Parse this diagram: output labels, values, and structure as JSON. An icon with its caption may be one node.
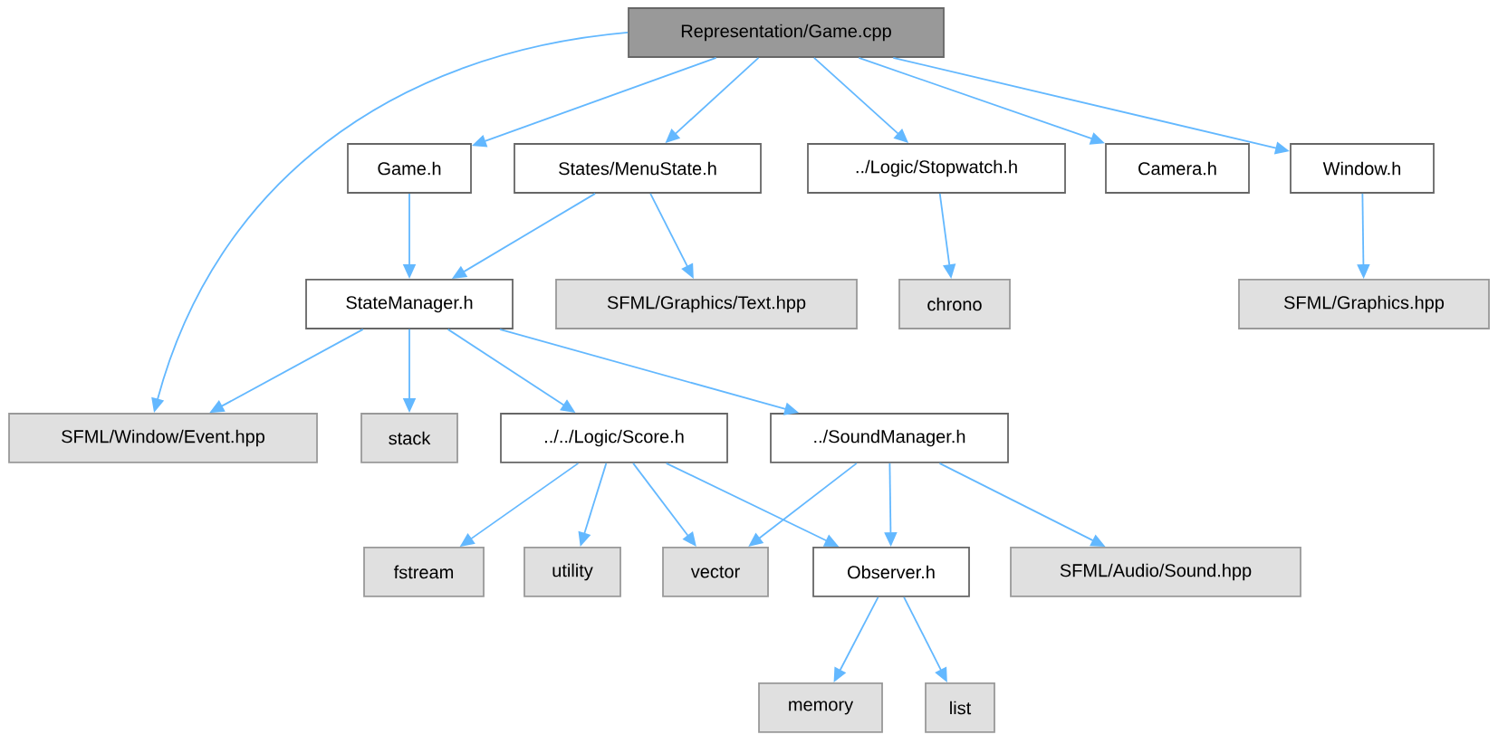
{
  "diagram": {
    "nodes": [
      {
        "text": [
          "Representation/Game.cpp"
        ]
      },
      {
        "text": [
          "Game.h"
        ]
      },
      {
        "text": [
          "States/MenuState.h"
        ]
      },
      {
        "text": [
          "../Logic/Stopwatch.h"
        ]
      },
      {
        "text": [
          "Camera.h"
        ]
      },
      {
        "text": [
          "Window.h"
        ]
      },
      {
        "text": [
          "StateManager.h"
        ]
      },
      {
        "text": [
          "SFML/Graphics/Text.hpp"
        ]
      },
      {
        "text": [
          "chrono"
        ]
      },
      {
        "text": [
          "SFML/Graphics.hpp"
        ]
      },
      {
        "text": [
          "SFML/Window/Event.hpp"
        ]
      },
      {
        "text": [
          "stack"
        ]
      },
      {
        "text": [
          "../../Logic/Score.h"
        ]
      },
      {
        "text": [
          "../SoundManager.h"
        ]
      },
      {
        "text": [
          "fstream"
        ]
      },
      {
        "text": [
          "utility"
        ]
      },
      {
        "text": [
          "vector"
        ]
      },
      {
        "text": [
          "Observer.h"
        ]
      },
      {
        "text": [
          "SFML/Audio/Sound.hpp"
        ]
      },
      {
        "text": [
          "memory"
        ]
      },
      {
        "text": [
          "list"
        ]
      }
    ],
    "edges": [
      {
        "from": 0,
        "to": 10,
        "arrow": "to"
      },
      {
        "from": 0,
        "to": 1,
        "arrow": "to"
      },
      {
        "from": 0,
        "to": 2,
        "arrow": "to"
      },
      {
        "from": 0,
        "to": 3,
        "arrow": "to"
      },
      {
        "from": 0,
        "to": 4,
        "arrow": "to"
      },
      {
        "from": 0,
        "to": 5,
        "arrow": "to"
      },
      {
        "from": 1,
        "to": 6,
        "arrow": "to"
      },
      {
        "from": 2,
        "to": 6,
        "arrow": "to"
      },
      {
        "from": 2,
        "to": 7,
        "arrow": "to"
      },
      {
        "from": 3,
        "to": 8,
        "arrow": "to"
      },
      {
        "from": 5,
        "to": 9,
        "arrow": "to"
      },
      {
        "from": 6,
        "to": 10,
        "arrow": "to"
      },
      {
        "from": 6,
        "to": 11,
        "arrow": "to"
      },
      {
        "from": 6,
        "to": 12,
        "arrow": "to"
      },
      {
        "from": 6,
        "to": 13,
        "arrow": "to"
      },
      {
        "from": 12,
        "to": 14,
        "arrow": "to"
      },
      {
        "from": 12,
        "to": 15,
        "arrow": "to"
      },
      {
        "from": 12,
        "to": 16,
        "arrow": "to"
      },
      {
        "from": 12,
        "to": 17,
        "arrow": "to"
      },
      {
        "from": 13,
        "to": 16,
        "arrow": "to"
      },
      {
        "from": 13,
        "to": 17,
        "arrow": "to"
      },
      {
        "from": 13,
        "to": 18,
        "arrow": "to"
      },
      {
        "from": 17,
        "to": 19,
        "arrow": "to"
      },
      {
        "from": 17,
        "to": 20,
        "arrow": "to"
      }
    ]
  }
}
